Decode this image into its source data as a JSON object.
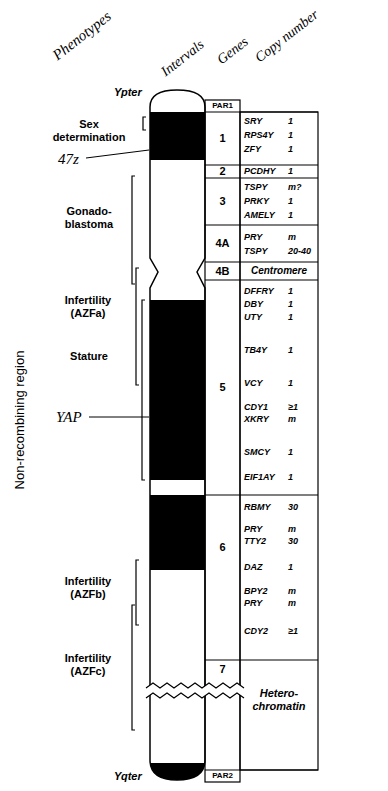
{
  "diagram": {
    "nodes": [
      {
        "text": [
          "PAR1"
        ]
      },
      {
        "text": [
          "1"
        ]
      },
      {
        "text": [
          "2"
        ]
      },
      {
        "text": [
          "3"
        ]
      },
      {
        "text": [
          "4A"
        ]
      },
      {
        "text": [
          "4B"
        ]
      },
      {
        "text": [
          "Centromere"
        ]
      },
      {
        "text": [
          "5"
        ]
      },
      {
        "text": [
          "6"
        ]
      },
      {
        "text": [
          "7"
        ]
      },
      {
        "text": [
          "Hetero-chromatin"
        ]
      },
      {
        "text": [
          "PAR2"
        ]
      }
    ],
    "labels": [
      "Phenotypes",
      "Intervals",
      "Genes",
      "Copy number",
      "Ypter",
      "Sex determination",
      "47z",
      "Gonado-blastoma",
      "Infertility (AZFa)",
      "Stature",
      "YAP",
      "Infertility (AZFb)",
      "Infertility (AZFc)",
      "Non-recombining region",
      "SRY",
      "1",
      "RPS4Y",
      "1",
      "ZFY",
      "1",
      "PCDHY",
      "1",
      "TSPY",
      "m?",
      "PRKY",
      "1",
      "AMELY",
      "1",
      "PRY",
      "m",
      "TSPY",
      "20-40",
      "DFFRY",
      "1",
      "DBY",
      "1",
      "UTY",
      "1",
      "TB4Y",
      "1",
      "VCY",
      "1",
      "CDY1",
      "≥1",
      "XKRY",
      "m",
      "SMCY",
      "1",
      "EIF1AY",
      "1",
      "RBMY",
      "30",
      "PRY",
      "m",
      "TTY2",
      "30",
      "DAZ",
      "1",
      "BPY2",
      "m",
      "PRY",
      "m",
      "CDY2",
      "≥1",
      "Yqter"
    ]
  }
}
